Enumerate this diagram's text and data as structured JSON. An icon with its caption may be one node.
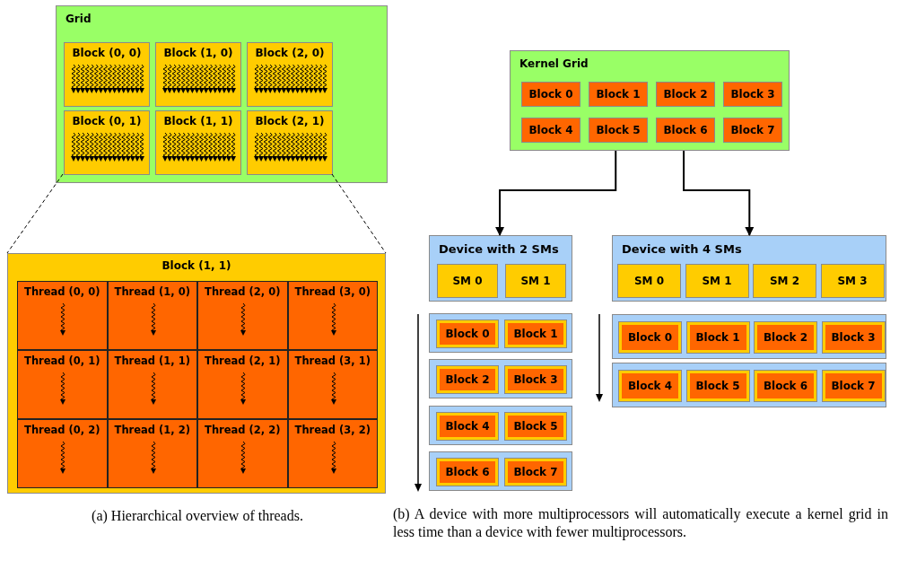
{
  "diagram": {
    "nodes": [
      {
        "text": [
          "Grid"
        ]
      },
      {
        "text": [
          "Block (0, 0)"
        ],
        "in": 0
      },
      {
        "text": [
          "Block (1, 0)"
        ],
        "in": 0
      },
      {
        "text": [
          "Block (2, 0)"
        ],
        "in": 0
      },
      {
        "text": [
          "Block (0, 1)"
        ],
        "in": 0
      },
      {
        "text": [
          "Block (1, 1)"
        ],
        "in": 0
      },
      {
        "text": [
          "Block (2, 1)"
        ],
        "in": 0
      },
      {
        "text": [
          "Block (1, 1)"
        ]
      },
      {
        "text": [
          "Thread (0, 0)"
        ],
        "in": 7
      },
      {
        "text": [
          "Thread (1, 0)"
        ],
        "in": 7
      },
      {
        "text": [
          "Thread (2, 0)"
        ],
        "in": 7
      },
      {
        "text": [
          "Thread (3, 0)"
        ],
        "in": 7
      },
      {
        "text": [
          "Thread (0, 1)"
        ],
        "in": 7
      },
      {
        "text": [
          "Thread (1, 1)"
        ],
        "in": 7
      },
      {
        "text": [
          "Thread (2, 1)"
        ],
        "in": 7
      },
      {
        "text": [
          "Thread (3, 1)"
        ],
        "in": 7
      },
      {
        "text": [
          "Thread (0, 2)"
        ],
        "in": 7
      },
      {
        "text": [
          "Thread (1, 2)"
        ],
        "in": 7
      },
      {
        "text": [
          "Thread (2, 2)"
        ],
        "in": 7
      },
      {
        "text": [
          "Thread (3, 2)"
        ],
        "in": 7
      },
      {
        "text": [
          "Kernel Grid"
        ]
      },
      {
        "text": [
          "Block 0"
        ],
        "in": 20
      },
      {
        "text": [
          "Block 1"
        ],
        "in": 20
      },
      {
        "text": [
          "Block 2"
        ],
        "in": 20
      },
      {
        "text": [
          "Block 3"
        ],
        "in": 20
      },
      {
        "text": [
          "Block 4"
        ],
        "in": 20
      },
      {
        "text": [
          "Block 5"
        ],
        "in": 20
      },
      {
        "text": [
          "Block 6"
        ],
        "in": 20
      },
      {
        "text": [
          "Block 7"
        ],
        "in": 20
      },
      {
        "text": [
          "Device with 2 SMs"
        ]
      },
      {
        "text": [
          "SM 0"
        ],
        "in": 29
      },
      {
        "text": [
          "SM 1"
        ],
        "in": 29
      },
      {
        "text": [
          "Device with 4 SMs"
        ]
      },
      {
        "text": [
          "SM 0"
        ],
        "in": 32
      },
      {
        "text": [
          "SM 1"
        ],
        "in": 32
      },
      {
        "text": [
          "SM 2"
        ],
        "in": 32
      },
      {
        "text": [
          "SM 3"
        ],
        "in": 32
      },
      {
        "text": [],
        "shape": "bar"
      },
      {
        "text": [
          "Block 0"
        ],
        "in": 37
      },
      {
        "text": [
          "Block 1"
        ],
        "in": 37
      },
      {
        "text": [],
        "shape": "bar"
      },
      {
        "text": [
          "Block 2"
        ],
        "in": 40
      },
      {
        "text": [
          "Block 3"
        ],
        "in": 40
      },
      {
        "text": [],
        "shape": "bar"
      },
      {
        "text": [
          "Block 4"
        ],
        "in": 43
      },
      {
        "text": [
          "Block 5"
        ],
        "in": 43
      },
      {
        "text": [],
        "shape": "bar"
      },
      {
        "text": [
          "Block 6"
        ],
        "in": 46
      },
      {
        "text": [
          "Block 7"
        ],
        "in": 46
      },
      {
        "text": [],
        "shape": "bar"
      },
      {
        "text": [
          "Block 0"
        ],
        "in": 49
      },
      {
        "text": [
          "Block 1"
        ],
        "in": 49
      },
      {
        "text": [
          "Block 2"
        ],
        "in": 49
      },
      {
        "text": [
          "Block 3"
        ],
        "in": 49
      },
      {
        "text": [],
        "shape": "bar"
      },
      {
        "text": [
          "Block 4"
        ],
        "in": 54
      },
      {
        "text": [
          "Block 5"
        ],
        "in": 54
      },
      {
        "text": [
          "Block 6"
        ],
        "in": 54
      },
      {
        "text": [
          "Block 7"
        ],
        "in": 54
      }
    ],
    "edges": [
      {
        "from": 4,
        "to": 7,
        "arrow": "none",
        "style": "dashed"
      },
      {
        "from": 6,
        "to": 7,
        "arrow": "none",
        "style": "dashed"
      },
      {
        "from": 20,
        "to": 29,
        "arrow": "to"
      },
      {
        "from": 20,
        "to": 32,
        "arrow": "to"
      }
    ],
    "labels": [
      "(a) Hierarchical overview of threads.",
      "(b) A device with more multiprocessors will automatically execute a kernel grid in less time than a device with fewer multiprocessors."
    ]
  }
}
